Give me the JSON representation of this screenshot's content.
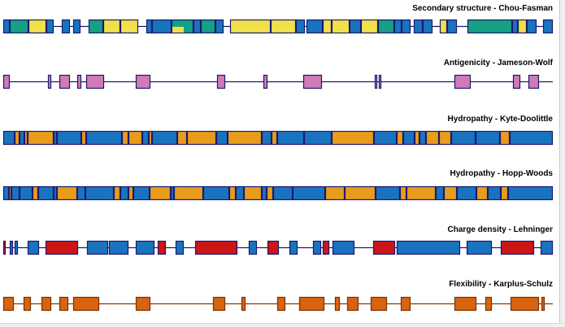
{
  "colors": {
    "line": "#1a1a6e",
    "border": "#1a1a6e",
    "yellow": "#f2e04a",
    "green": "#16a085",
    "blue": "#1a73bf",
    "orange": "#e89c1c",
    "pink": "#d07ab8",
    "red": "#cc1616",
    "rust": "#d86410",
    "rustBorder": "#7a3000",
    "rustLine": "#8a3a00"
  },
  "tracks": [
    {
      "title": "Secondary structure - Chou-Fasman",
      "style": "bar",
      "segments": [
        [
          4,
          12,
          "blue"
        ],
        [
          12,
          35,
          "green"
        ],
        [
          35,
          57,
          "yellow"
        ],
        [
          57,
          66,
          "blue"
        ],
        [
          76,
          86,
          "blue"
        ],
        [
          90,
          99,
          "blue"
        ],
        [
          109,
          127,
          "green"
        ],
        [
          127,
          148,
          "yellow"
        ],
        [
          148,
          170,
          "yellow"
        ],
        [
          180,
          187,
          "blue"
        ],
        [
          187,
          211,
          "blue"
        ],
        [
          211,
          238,
          "green"
        ],
        [
          238,
          247,
          "blue"
        ],
        [
          247,
          265,
          "green"
        ],
        [
          265,
          275,
          "blue"
        ],
        [
          283,
          333,
          "yellow"
        ],
        [
          333,
          364,
          "yellow"
        ],
        [
          364,
          375,
          "blue"
        ],
        [
          377,
          397,
          "blue"
        ],
        [
          397,
          408,
          "yellow"
        ],
        [
          408,
          430,
          "yellow"
        ],
        [
          430,
          444,
          "blue"
        ],
        [
          444,
          465,
          "yellow"
        ],
        [
          465,
          485,
          "green"
        ],
        [
          485,
          494,
          "blue"
        ],
        [
          494,
          505,
          "blue"
        ],
        [
          509,
          520,
          "blue"
        ],
        [
          520,
          532,
          "blue"
        ],
        [
          541,
          550,
          "yellow"
        ],
        [
          550,
          562,
          "blue"
        ],
        [
          575,
          630,
          "green"
        ],
        [
          630,
          637,
          "blue"
        ],
        [
          637,
          648,
          "yellow"
        ],
        [
          648,
          660,
          "blue"
        ],
        [
          668,
          680,
          "blue"
        ]
      ]
    },
    {
      "title": "Antigenicity - Jameson-Wolf",
      "style": "line",
      "segments": [
        [
          4,
          12,
          "pink"
        ],
        [
          59,
          63,
          "pink"
        ],
        [
          73,
          86,
          "pink"
        ],
        [
          95,
          100,
          "pink"
        ],
        [
          106,
          128,
          "pink"
        ],
        [
          167,
          185,
          "pink"
        ],
        [
          267,
          277,
          "pink"
        ],
        [
          324,
          329,
          "pink"
        ],
        [
          373,
          396,
          "pink"
        ],
        [
          461,
          464,
          "pink"
        ],
        [
          466,
          469,
          "pink"
        ],
        [
          559,
          579,
          "pink"
        ],
        [
          631,
          640,
          "pink"
        ],
        [
          650,
          663,
          "pink"
        ]
      ]
    },
    {
      "title": "Hydropathy - Kyte-Doolittle",
      "style": "bar",
      "segments": [
        [
          4,
          18,
          "blue"
        ],
        [
          18,
          24,
          "orange"
        ],
        [
          24,
          30,
          "blue"
        ],
        [
          30,
          34,
          "orange"
        ],
        [
          34,
          66,
          "orange"
        ],
        [
          66,
          70,
          "blue"
        ],
        [
          70,
          100,
          "blue"
        ],
        [
          100,
          106,
          "orange"
        ],
        [
          106,
          150,
          "blue"
        ],
        [
          150,
          158,
          "orange"
        ],
        [
          158,
          175,
          "orange"
        ],
        [
          175,
          183,
          "blue"
        ],
        [
          183,
          187,
          "orange"
        ],
        [
          187,
          218,
          "blue"
        ],
        [
          218,
          230,
          "orange"
        ],
        [
          230,
          266,
          "orange"
        ],
        [
          266,
          280,
          "blue"
        ],
        [
          280,
          322,
          "orange"
        ],
        [
          322,
          334,
          "blue"
        ],
        [
          334,
          341,
          "orange"
        ],
        [
          341,
          374,
          "blue"
        ],
        [
          374,
          408,
          "blue"
        ],
        [
          408,
          460,
          "orange"
        ],
        [
          460,
          488,
          "blue"
        ],
        [
          488,
          496,
          "orange"
        ],
        [
          496,
          510,
          "blue"
        ],
        [
          510,
          516,
          "orange"
        ],
        [
          516,
          524,
          "blue"
        ],
        [
          524,
          540,
          "orange"
        ],
        [
          540,
          555,
          "orange"
        ],
        [
          555,
          585,
          "blue"
        ],
        [
          585,
          615,
          "blue"
        ],
        [
          615,
          627,
          "orange"
        ],
        [
          627,
          680,
          "blue"
        ]
      ]
    },
    {
      "title": "Hydropathy - Hopp-Woods",
      "style": "bar",
      "segments": [
        [
          4,
          11,
          "blue"
        ],
        [
          11,
          14,
          "orange"
        ],
        [
          14,
          24,
          "blue"
        ],
        [
          24,
          40,
          "blue"
        ],
        [
          40,
          47,
          "orange"
        ],
        [
          47,
          66,
          "blue"
        ],
        [
          66,
          70,
          "blue"
        ],
        [
          70,
          95,
          "orange"
        ],
        [
          95,
          105,
          "blue"
        ],
        [
          105,
          140,
          "blue"
        ],
        [
          140,
          148,
          "orange"
        ],
        [
          148,
          158,
          "blue"
        ],
        [
          158,
          164,
          "orange"
        ],
        [
          164,
          184,
          "blue"
        ],
        [
          184,
          210,
          "orange"
        ],
        [
          210,
          214,
          "blue"
        ],
        [
          214,
          250,
          "orange"
        ],
        [
          250,
          282,
          "blue"
        ],
        [
          282,
          290,
          "orange"
        ],
        [
          290,
          300,
          "blue"
        ],
        [
          300,
          322,
          "orange"
        ],
        [
          322,
          328,
          "blue"
        ],
        [
          328,
          336,
          "orange"
        ],
        [
          336,
          360,
          "blue"
        ],
        [
          360,
          400,
          "blue"
        ],
        [
          400,
          424,
          "orange"
        ],
        [
          424,
          462,
          "orange"
        ],
        [
          462,
          492,
          "blue"
        ],
        [
          492,
          500,
          "orange"
        ],
        [
          500,
          536,
          "orange"
        ],
        [
          536,
          546,
          "blue"
        ],
        [
          546,
          562,
          "orange"
        ],
        [
          562,
          586,
          "blue"
        ],
        [
          586,
          600,
          "orange"
        ],
        [
          600,
          616,
          "blue"
        ],
        [
          616,
          625,
          "orange"
        ],
        [
          625,
          680,
          "blue"
        ]
      ]
    },
    {
      "title": "Charge density - Lehninger",
      "style": "line",
      "segments": [
        [
          4,
          7,
          "red"
        ],
        [
          12,
          16,
          "blue"
        ],
        [
          18,
          22,
          "blue"
        ],
        [
          34,
          48,
          "blue"
        ],
        [
          56,
          96,
          "red"
        ],
        [
          107,
          133,
          "blue"
        ],
        [
          134,
          158,
          "blue"
        ],
        [
          167,
          190,
          "blue"
        ],
        [
          194,
          204,
          "red"
        ],
        [
          216,
          226,
          "blue"
        ],
        [
          240,
          292,
          "red"
        ],
        [
          306,
          316,
          "blue"
        ],
        [
          329,
          343,
          "red"
        ],
        [
          356,
          366,
          "blue"
        ],
        [
          385,
          395,
          "blue"
        ],
        [
          397,
          405,
          "red"
        ],
        [
          409,
          436,
          "blue"
        ],
        [
          459,
          486,
          "red"
        ],
        [
          488,
          566,
          "blue"
        ],
        [
          574,
          605,
          "blue"
        ],
        [
          616,
          657,
          "red"
        ],
        [
          665,
          680,
          "blue"
        ]
      ]
    },
    {
      "title": "Flexibility - Karplus-Schulz",
      "style": "line",
      "segments": [
        [
          4,
          17,
          "rust"
        ],
        [
          29,
          38,
          "rust"
        ],
        [
          51,
          63,
          "rust"
        ],
        [
          73,
          84,
          "rust"
        ],
        [
          90,
          122,
          "rust"
        ],
        [
          167,
          185,
          "rust"
        ],
        [
          262,
          277,
          "rust"
        ],
        [
          297,
          302,
          "rust"
        ],
        [
          341,
          351,
          "rust"
        ],
        [
          368,
          399,
          "rust"
        ],
        [
          412,
          418,
          "rust"
        ],
        [
          427,
          441,
          "rust"
        ],
        [
          456,
          476,
          "rust"
        ],
        [
          493,
          505,
          "rust"
        ],
        [
          559,
          586,
          "rust"
        ],
        [
          597,
          605,
          "rust"
        ],
        [
          628,
          663,
          "rust"
        ],
        [
          666,
          670,
          "rust"
        ]
      ]
    }
  ]
}
